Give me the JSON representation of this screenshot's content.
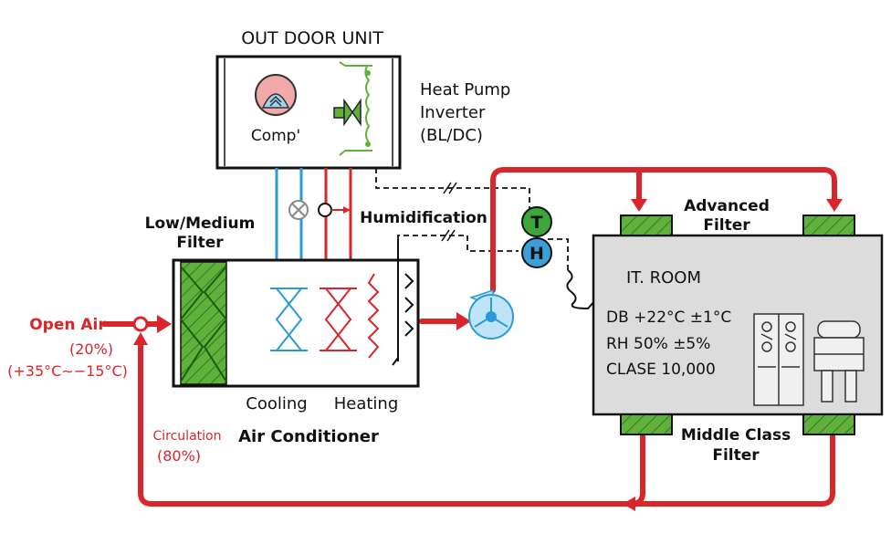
{
  "outdoor_unit": {
    "title": "OUT DOOR UNIT",
    "comp_label": "Comp'",
    "heat_pump_line1": "Heat Pump",
    "heat_pump_line2": "Inverter",
    "heat_pump_line3": "(BL/DC)"
  },
  "air_conditioner": {
    "filter_line1": "Low/Medium",
    "filter_line2": "Filter",
    "humidification": "Humidification",
    "cooling": "Cooling",
    "heating": "Heating",
    "title": "Air Conditioner"
  },
  "inlet": {
    "open_air": "Open Air",
    "open_air_pct": "(20%)",
    "temp_range": "(+35°C∼−15°C)",
    "circulation": "Circulation",
    "circulation_pct": "(80%)"
  },
  "sensors": {
    "t": "T",
    "h": "H"
  },
  "it_room": {
    "title": "IT. ROOM",
    "db": "DB +22°C ±1°C",
    "rh": "RH 50% ±5%",
    "class": "CLASE  10,000",
    "advanced_filter_line1": "Advanced",
    "advanced_filter_line2": "Filter",
    "middle_filter_line1": "Middle Class",
    "middle_filter_line2": "Filter"
  },
  "colors": {
    "air_duct": "#d8262a",
    "filter_green": "#5fb13b",
    "cooling_blue": "#2a9ad6",
    "room_gray": "#dcdcdc",
    "sensor_green": "#3da63a",
    "sensor_blue": "#3c9fd8"
  }
}
